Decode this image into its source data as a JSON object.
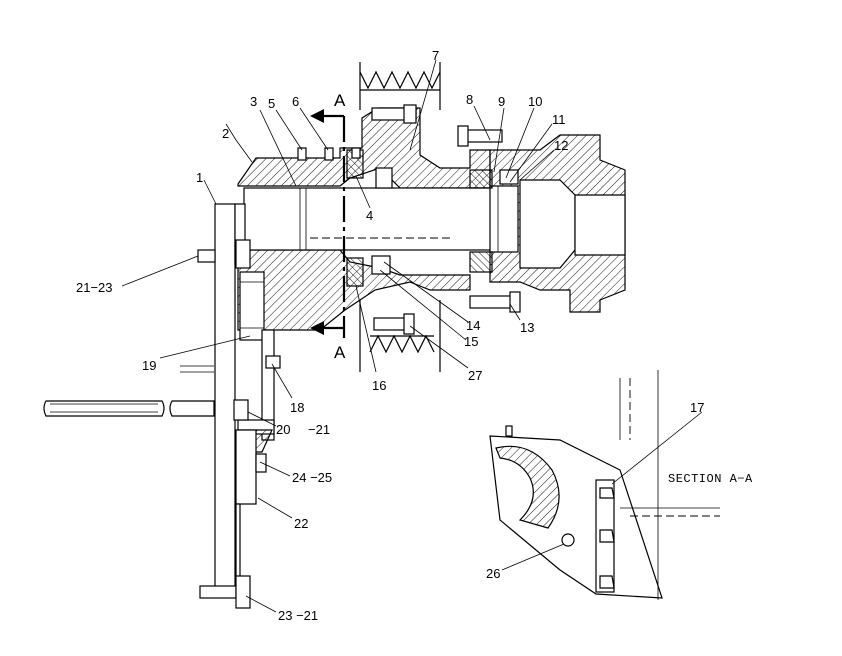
{
  "callouts": {
    "c1": "1",
    "c2": "2",
    "c3": "3",
    "c4": "4",
    "c5": "5",
    "c6": "6",
    "c7": "7",
    "c8": "8",
    "c9": "9",
    "c10": "10",
    "c11": "11",
    "c12": "12",
    "c13": "13",
    "c14": "14",
    "c15": "15",
    "c16": "16",
    "c17": "17",
    "c18": "18",
    "c19": "19",
    "c20": "20",
    "c21": "−21",
    "c21_23": "21−23",
    "c22": "22",
    "c23_21": "23 −21",
    "c24_25": "24 −25",
    "c26": "26",
    "c27": "27"
  },
  "section_marks": {
    "top": "A",
    "bottom": "A"
  },
  "section_title": "SECTION A−A"
}
